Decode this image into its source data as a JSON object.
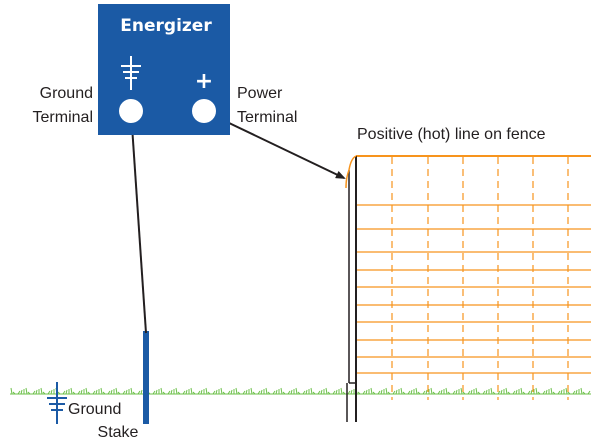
{
  "energizer": {
    "title": "Energizer",
    "plus_symbol": "+",
    "ground_symbol_icon": "ground-symbol-icon"
  },
  "labels": {
    "ground_line1": "Ground",
    "ground_line2": "Terminal",
    "power_line1": "Power",
    "power_line2": "Terminal",
    "hot_line": "Positive (hot) line on fence",
    "stake_line1": "Ground",
    "stake_line2": "Stake"
  },
  "colors": {
    "energizer_blue": "#1b5aa5",
    "fence_orange": "#f7941d",
    "grass_green": "#6cc04a",
    "wire_black": "#231f20"
  }
}
